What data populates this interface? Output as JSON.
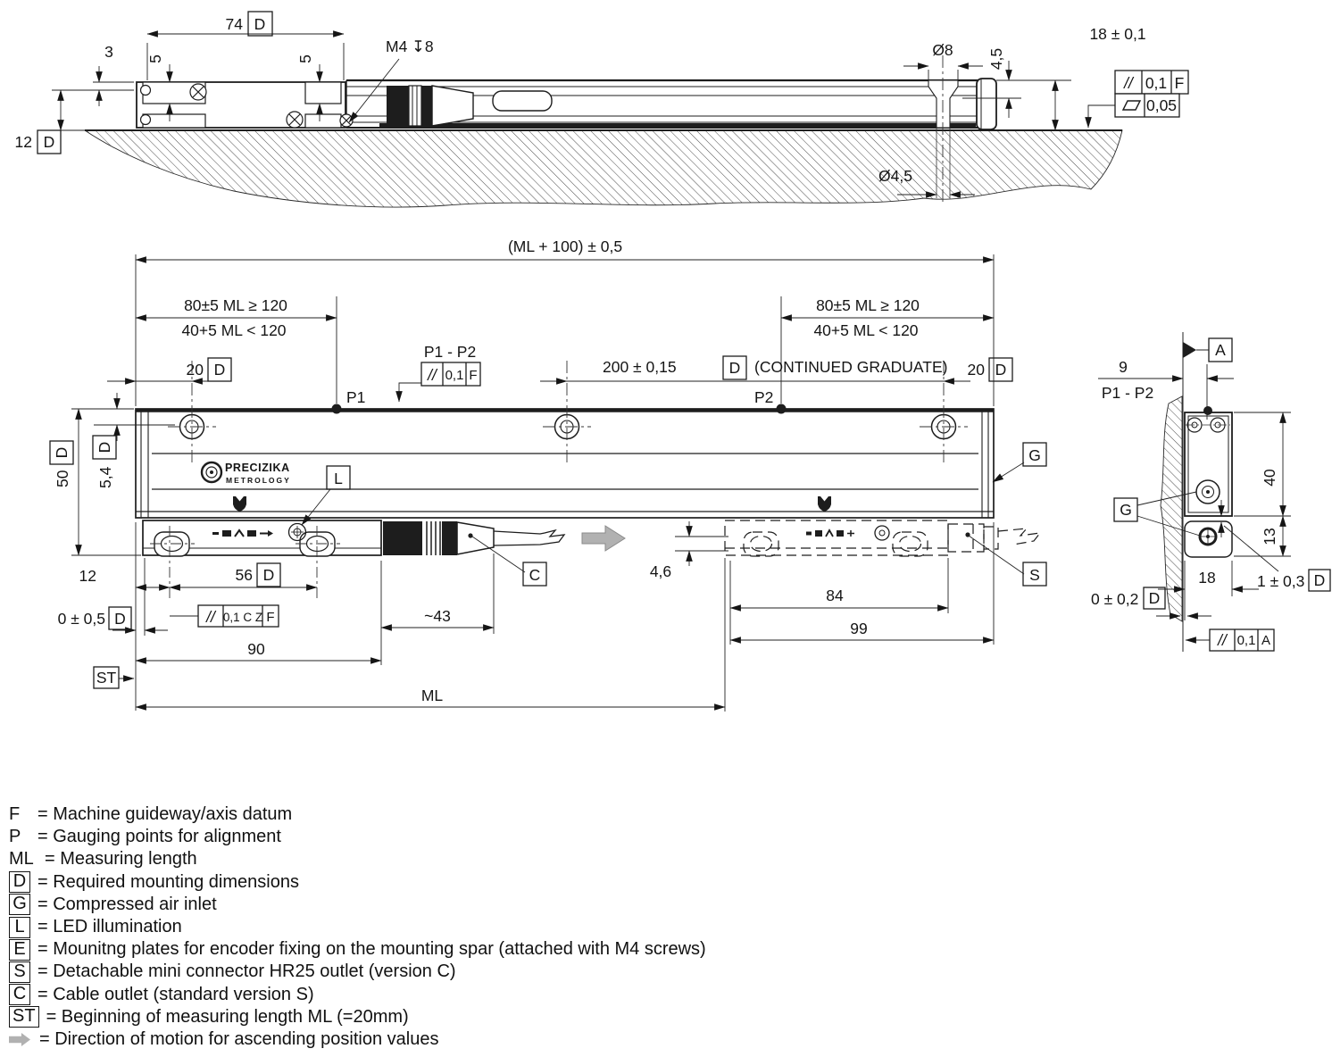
{
  "colors": {
    "ink": "#1d1d1d",
    "gray_arrow": "#b1b1b1",
    "background": "#ffffff"
  },
  "brand": {
    "name": "PRECIZIKA",
    "sub": "METROLOGY"
  },
  "boxes": {
    "d": "D",
    "g": "G",
    "l": "L",
    "s": "S",
    "c": "C",
    "st": "ST",
    "a": "A",
    "f": "F",
    "e": "E"
  },
  "top_view": {
    "dim_74": "74",
    "dim_3": "3",
    "dim_5_left": "5",
    "dim_5_right": "5",
    "thread_callout": "M4 ↧8",
    "dim_dia8": "Ø8",
    "dim_4_5": "4,5",
    "dim_18": "18 ± 0,1",
    "dim_12": "12",
    "dim_dia4_5": "Ø4,5",
    "tol_parallel_sym": "//",
    "tol_parallel_val": "0,1",
    "tol_parallel_datum": "F",
    "tol_flat_val": "0,05"
  },
  "front_view": {
    "dim_overall": "(ML + 100) ± 0,5",
    "dim_mount_ge": "80±5 ML ≥ 120",
    "dim_mount_lt": "40+5 ML < 120",
    "dim_20": "20",
    "label_p1": "P1",
    "label_p2": "P2",
    "label_p1p2": "P1 - P2",
    "tol_p_sym": "//",
    "tol_p_val": "0,1",
    "tol_p_datum": "F",
    "dim_200": "200 ± 0,15",
    "note_200": "(CONTINUED GRADUATE)",
    "dim_50": "50",
    "dim_5_4": "5,4",
    "dim_12": "12",
    "dim_56": "56",
    "dim_0": "0 ± 0,5",
    "tol_cz_sym": "//",
    "tol_cz_val": "0,1 C Z",
    "tol_cz_datum": "F",
    "dim_43": "~43",
    "dim_90": "90",
    "dim_ml": "ML",
    "dim_4_6": "4,6",
    "dim_84": "84",
    "dim_99": "99"
  },
  "side_view": {
    "dim_9": "9",
    "label_p1p2": "P1 - P2",
    "dim_40": "40",
    "dim_13": "13",
    "dim_18": "18",
    "dim_1": "1 ± 0,3",
    "dim_0": "0 ± 0,2",
    "tol_sym": "//",
    "tol_val": "0,1",
    "tol_datum": "A"
  },
  "legend": {
    "rows": [
      {
        "key": "F",
        "text": "= Machine guideway/axis datum"
      },
      {
        "key": "P",
        "text": "= Gauging points for alignment"
      },
      {
        "key": "ML",
        "text": "= Measuring length"
      },
      {
        "key": "D",
        "text": "= Required mounting dimensions"
      },
      {
        "key": "G",
        "text": "= Compressed air inlet"
      },
      {
        "key": "L",
        "text": "= LED illumination"
      },
      {
        "key": "E",
        "text": "= Mounitng plates for encoder fixing on the mounting spar (attached with M4 screws)"
      },
      {
        "key": "S",
        "text": "= Detachable mini connector HR25 outlet (version C)"
      },
      {
        "key": "C",
        "text": "= Cable outlet (standard version S)"
      },
      {
        "key": "ST",
        "text": "= Beginning of measuring length ML (=20mm)"
      },
      {
        "key": "",
        "text": "= Direction of motion for ascending position values"
      }
    ]
  }
}
